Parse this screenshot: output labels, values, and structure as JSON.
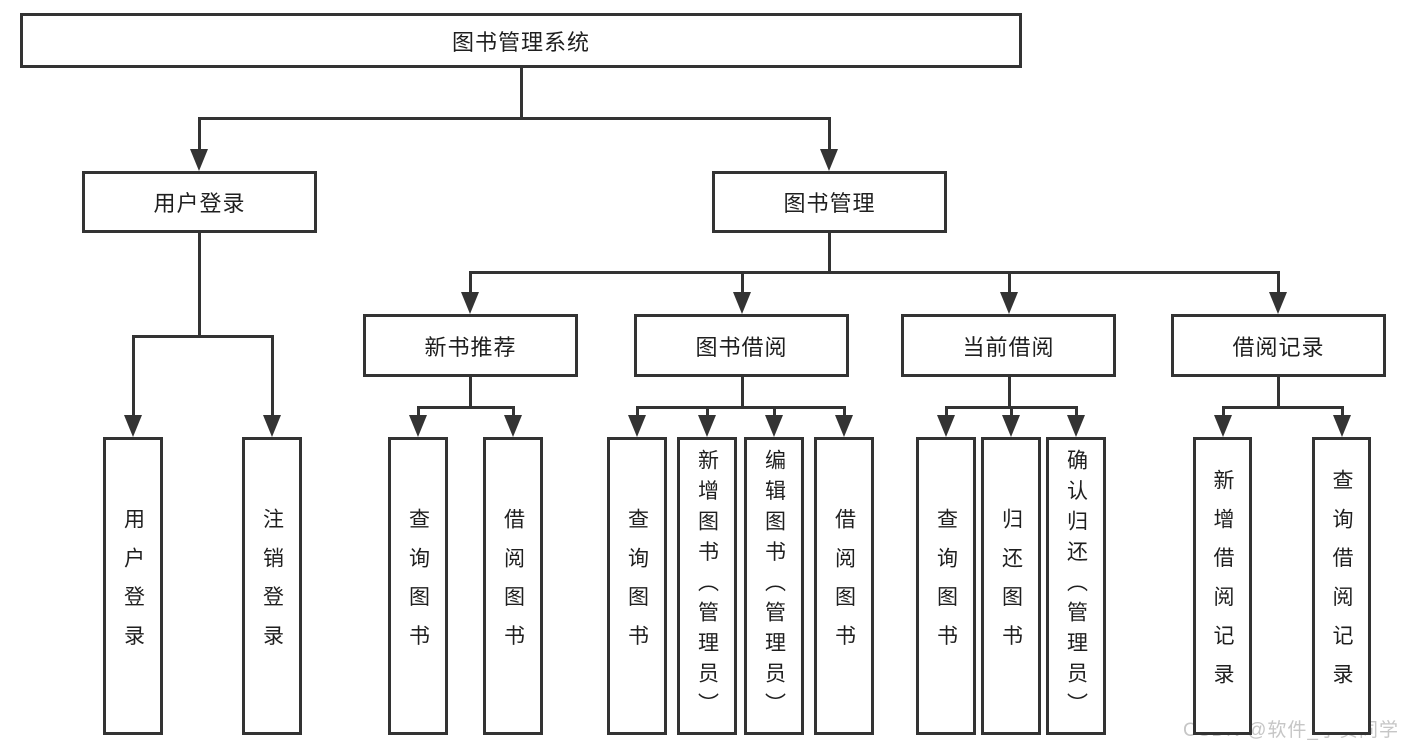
{
  "diagram_title": "图书管理系统",
  "watermark": "CSDN @软件_小贺同学",
  "colors": {
    "line": "#333333",
    "box_border": "#333333",
    "text": "#1f1f1f",
    "watermark": "#c6c6c6",
    "background": "#ffffff"
  },
  "nodes": {
    "root": {
      "label": "图书管理系统"
    },
    "login": {
      "label": "用户登录"
    },
    "mgmt": {
      "label": "图书管理"
    },
    "rec": {
      "label": "新书推荐"
    },
    "borrow": {
      "label": "图书借阅"
    },
    "current": {
      "label": "当前借阅"
    },
    "record": {
      "label": "借阅记录"
    },
    "u1": {
      "label": "用户登录"
    },
    "u2": {
      "label": "注销登录"
    },
    "n1": {
      "label": "查询图书"
    },
    "n2": {
      "label": "借阅图书"
    },
    "b1": {
      "label": "查询图书"
    },
    "b2": {
      "label": "新增图书（管理员）"
    },
    "b3": {
      "label": "编辑图书（管理员）"
    },
    "b4": {
      "label": "借阅图书"
    },
    "c1": {
      "label": "查询图书"
    },
    "c2": {
      "label": "归还图书"
    },
    "c3": {
      "label": "确认归还（管理员）"
    },
    "r1": {
      "label": "新增借阅记录"
    },
    "r2": {
      "label": "查询借阅记录"
    }
  },
  "hierarchy": {
    "root": [
      "login",
      "mgmt"
    ],
    "login": [
      "u1",
      "u2"
    ],
    "mgmt": [
      "rec",
      "borrow",
      "current",
      "record"
    ],
    "rec": [
      "n1",
      "n2"
    ],
    "borrow": [
      "b1",
      "b2",
      "b3",
      "b4"
    ],
    "current": [
      "c1",
      "c2",
      "c3"
    ],
    "record": [
      "r1",
      "r2"
    ]
  }
}
